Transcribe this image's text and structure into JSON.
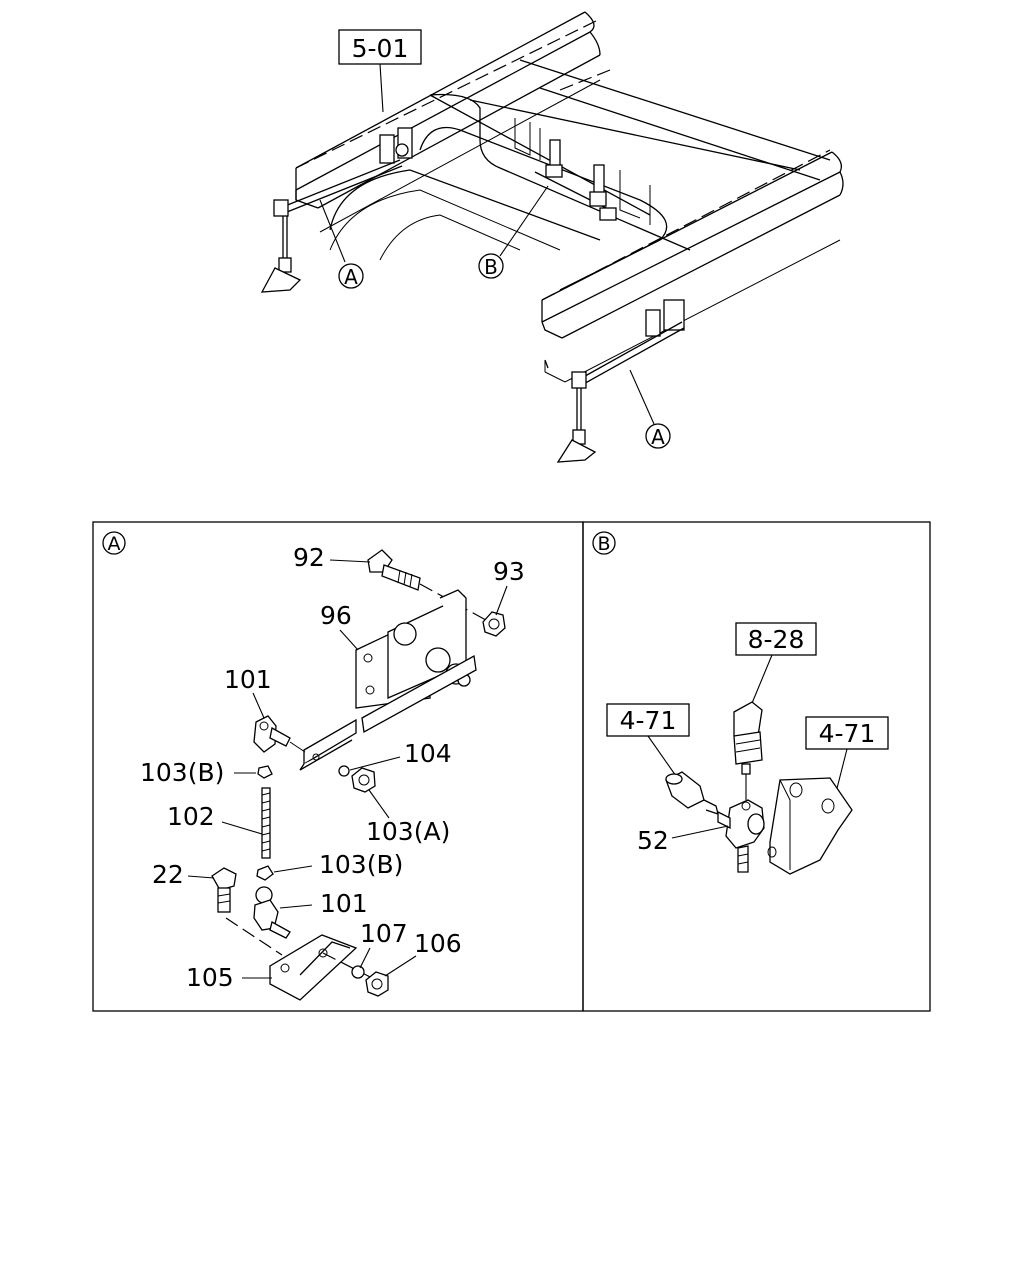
{
  "overview": {
    "ref_box": "5-01",
    "callout_a": "A",
    "callout_b": "B"
  },
  "panel_a": {
    "heading": "A",
    "labels": {
      "p92": "92",
      "p93": "93",
      "p96": "96",
      "p101_top": "101",
      "p104": "104",
      "p103b_top": "103(B)",
      "p102": "102",
      "p103a": "103(A)",
      "p22": "22",
      "p103b_bottom": "103(B)",
      "p101_bottom": "101",
      "p107": "107",
      "p106": "106",
      "p105": "105"
    }
  },
  "panel_b": {
    "heading": "B",
    "labels": {
      "ref_828": "8-28",
      "ref_471_left": "4-71",
      "ref_471_right": "4-71",
      "p52": "52"
    }
  }
}
